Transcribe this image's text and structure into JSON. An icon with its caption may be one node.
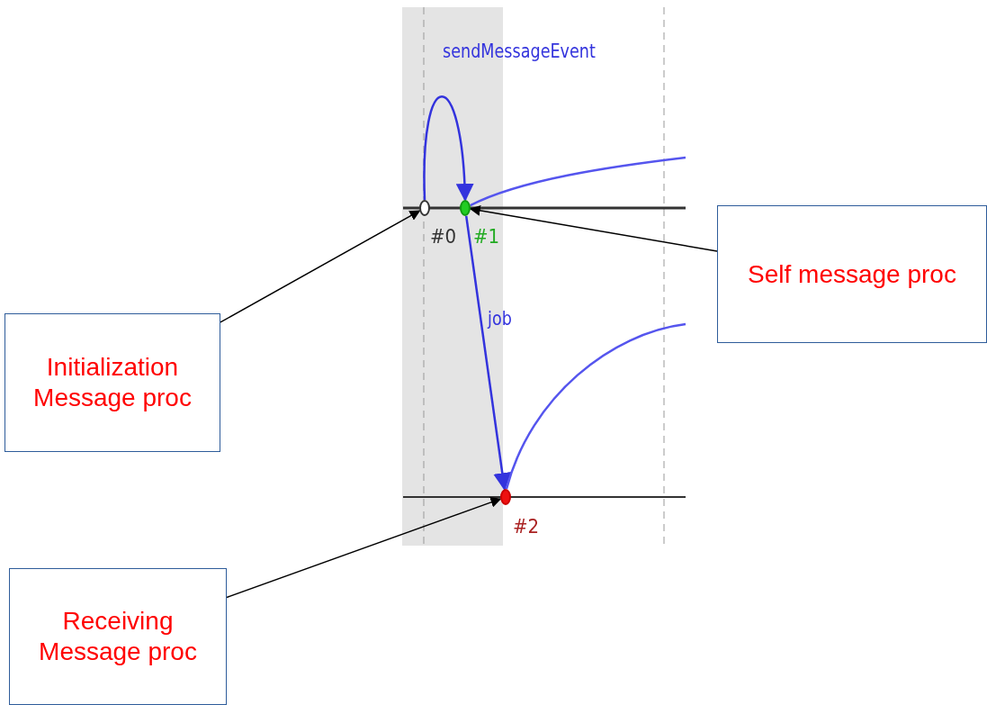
{
  "diagram": {
    "nodes": [
      {
        "text": [
          "Initialization Message proc"
        ]
      },
      {
        "text": [
          "Self message proc"
        ]
      },
      {
        "text": [
          "Receiving Message proc"
        ]
      },
      {
        "text": [],
        "shape": "circle",
        "beside": [
          "#0"
        ]
      },
      {
        "text": [],
        "shape": "circle",
        "beside": [
          "#1"
        ]
      },
      {
        "text": [],
        "shape": "circle",
        "beside": [
          "#2"
        ]
      }
    ],
    "edges": [
      {
        "from": 0,
        "to": 3,
        "arrow": "to",
        "color": "#000000"
      },
      {
        "from": 1,
        "to": 4,
        "arrow": "to",
        "color": "#000000"
      },
      {
        "from": 2,
        "to": 5,
        "arrow": "to",
        "color": "#000000"
      },
      {
        "from": 3,
        "to": 4,
        "arrow": "to",
        "label": "sendMessageEvent",
        "color": "#3333dd"
      },
      {
        "from": 4,
        "to": 5,
        "arrow": "to",
        "label": "job",
        "color": "#3333dd"
      },
      {
        "from": 4,
        "to": null,
        "arrow": "none",
        "color": "#5555ee"
      },
      {
        "from": 5,
        "to": null,
        "arrow": "none",
        "color": "#5555ee"
      }
    ]
  }
}
